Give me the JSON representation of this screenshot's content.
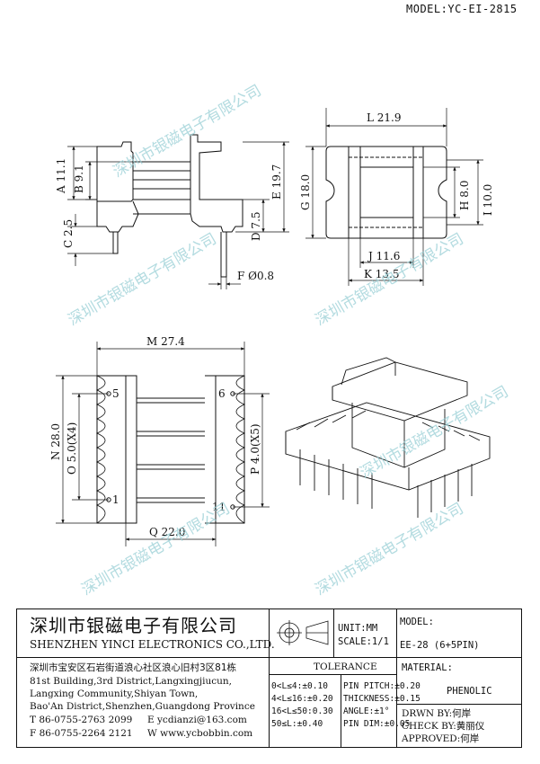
{
  "model": "MODEL:YC-EI-2815",
  "dims": {
    "a": "A 11.1",
    "b": "B 9.1",
    "c": "C 2.5",
    "d": "D 7.5",
    "e": "E 19.7",
    "f": "F Ø0.8",
    "g": "G 18.0",
    "h": "H 8.0",
    "i": "I 10.0",
    "j": "J 11.6",
    "k": "K 13.5",
    "l": "L 21.9",
    "m": "M 27.4",
    "n": "N 28.0",
    "o": "O 5.0(X4)",
    "p": "P 4.0(X5)",
    "q": "Q 22.0"
  },
  "pins": {
    "p5": "5",
    "p1": "1",
    "p6": "6",
    "p11": "11"
  },
  "watermark": "深圳市银磁电子有限公司",
  "title_block": {
    "company_cn": "深圳市银磁电子有限公司",
    "company_en": "SHENZHEN YINCI ELECTRONICS CO.,LTD.",
    "unit": "UNIT:MM",
    "scale": "SCALE:1/1",
    "model_label": "MODEL:",
    "model_value": "EE-28 (6+5PIN)",
    "address_cn": "深圳市宝安区石岩街道浪心社区浪心旧村3区81栋",
    "address": [
      "81st Building,3rd District,Langxingjiucun,",
      "Langxing Community,Shiyan Town,",
      "Bao'An District,Shenzhen,Guangdong Province"
    ],
    "tel": "T 86-0755-2763 2099",
    "email": "E ycdianzi@163.com",
    "fax": "F 86-0755-2264 2121",
    "web": "W www.ycbobbin.com",
    "tolerance_title": "TOLERANCE",
    "tolerances": [
      "0<L≤4:±0.10",
      "4<L≤16:±0.20",
      "16<L≤50:0.30",
      "50≤L:±0.40"
    ],
    "pin_specs": [
      "PIN PITCH:±0.20",
      "THICKNESS:±0.15",
      "ANGLE:±1°",
      "PIN DIM:±0.05"
    ],
    "material_label": "MATERIAL:",
    "material_value": "PHENOLIC",
    "drawn": "DRWN BY:何岸",
    "check": "CHECK BY:黄丽仪",
    "approved": "APPROVED:何岸"
  }
}
